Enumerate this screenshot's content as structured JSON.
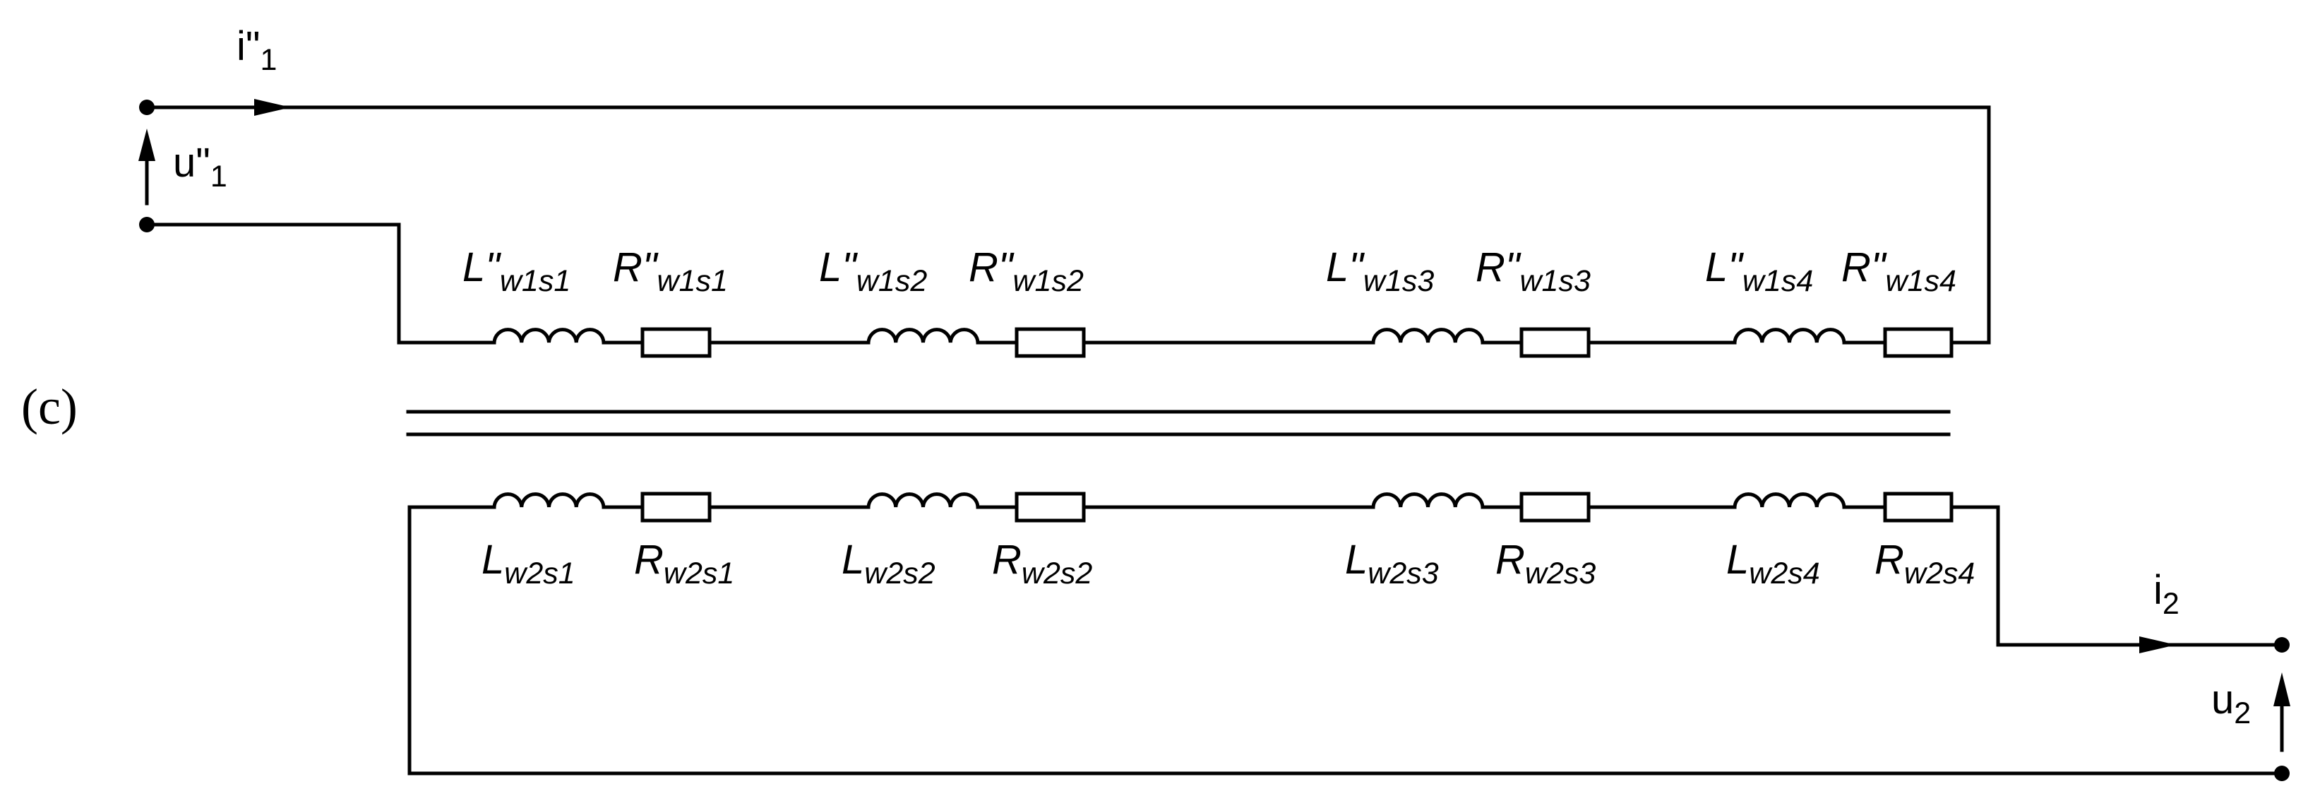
{
  "caption": "(c)",
  "ports": {
    "primary_current": {
      "base": "i\"",
      "sub": "1"
    },
    "primary_voltage": {
      "base": "u\"",
      "sub": "1"
    },
    "secondary_current": {
      "base": "i",
      "sub": "2"
    },
    "secondary_voltage": {
      "base": "u",
      "sub": "2"
    }
  },
  "primary_winding": [
    {
      "L": {
        "base": "L\"",
        "sub": "w1s1"
      },
      "R": {
        "base": "R\"",
        "sub": "w1s1"
      }
    },
    {
      "L": {
        "base": "L\"",
        "sub": "w1s2"
      },
      "R": {
        "base": "R\"",
        "sub": "w1s2"
      }
    },
    {
      "L": {
        "base": "L\"",
        "sub": "w1s3"
      },
      "R": {
        "base": "R\"",
        "sub": "w1s3"
      }
    },
    {
      "L": {
        "base": "L\"",
        "sub": "w1s4"
      },
      "R": {
        "base": "R\"",
        "sub": "w1s4"
      }
    }
  ],
  "secondary_winding": [
    {
      "L": {
        "base": "L",
        "sub": "w2s1"
      },
      "R": {
        "base": "R",
        "sub": "w2s1"
      }
    },
    {
      "L": {
        "base": "L",
        "sub": "w2s2"
      },
      "R": {
        "base": "R",
        "sub": "w2s2"
      }
    },
    {
      "L": {
        "base": "L",
        "sub": "w2s3"
      },
      "R": {
        "base": "R",
        "sub": "w2s3"
      }
    },
    {
      "L": {
        "base": "L",
        "sub": "w2s4"
      },
      "R": {
        "base": "R",
        "sub": "w2s4"
      }
    }
  ]
}
